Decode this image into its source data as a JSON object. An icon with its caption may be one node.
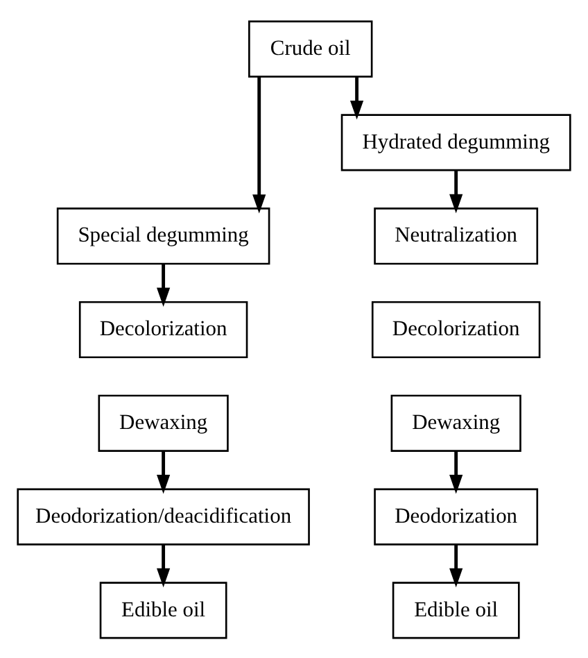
{
  "diagram": {
    "nodes": [
      {
        "text": [
          "Crude oil"
        ]
      },
      {
        "text": [
          "Hydrated degumming"
        ]
      },
      {
        "text": [
          "Special degumming"
        ]
      },
      {
        "text": [
          "Neutralization"
        ]
      },
      {
        "text": [
          "Decolorization"
        ]
      },
      {
        "text": [
          "Decolorization"
        ]
      },
      {
        "text": [
          "Dewaxing"
        ]
      },
      {
        "text": [
          "Dewaxing"
        ]
      },
      {
        "text": [
          "Deodorization/deacidification"
        ]
      },
      {
        "text": [
          "Deodorization"
        ]
      },
      {
        "text": [
          "Edible oil"
        ]
      },
      {
        "text": [
          "Edible oil"
        ]
      }
    ],
    "edges": [
      {
        "from": 0,
        "to": 2,
        "arrow": "to"
      },
      {
        "from": 0,
        "to": 1,
        "arrow": "to"
      },
      {
        "from": 1,
        "to": 3,
        "arrow": "to"
      },
      {
        "from": 2,
        "to": 4,
        "arrow": "to"
      },
      {
        "from": 6,
        "to": 8,
        "arrow": "to"
      },
      {
        "from": 7,
        "to": 9,
        "arrow": "to"
      },
      {
        "from": 8,
        "to": 10,
        "arrow": "to"
      },
      {
        "from": 9,
        "to": 11,
        "arrow": "to"
      }
    ]
  }
}
